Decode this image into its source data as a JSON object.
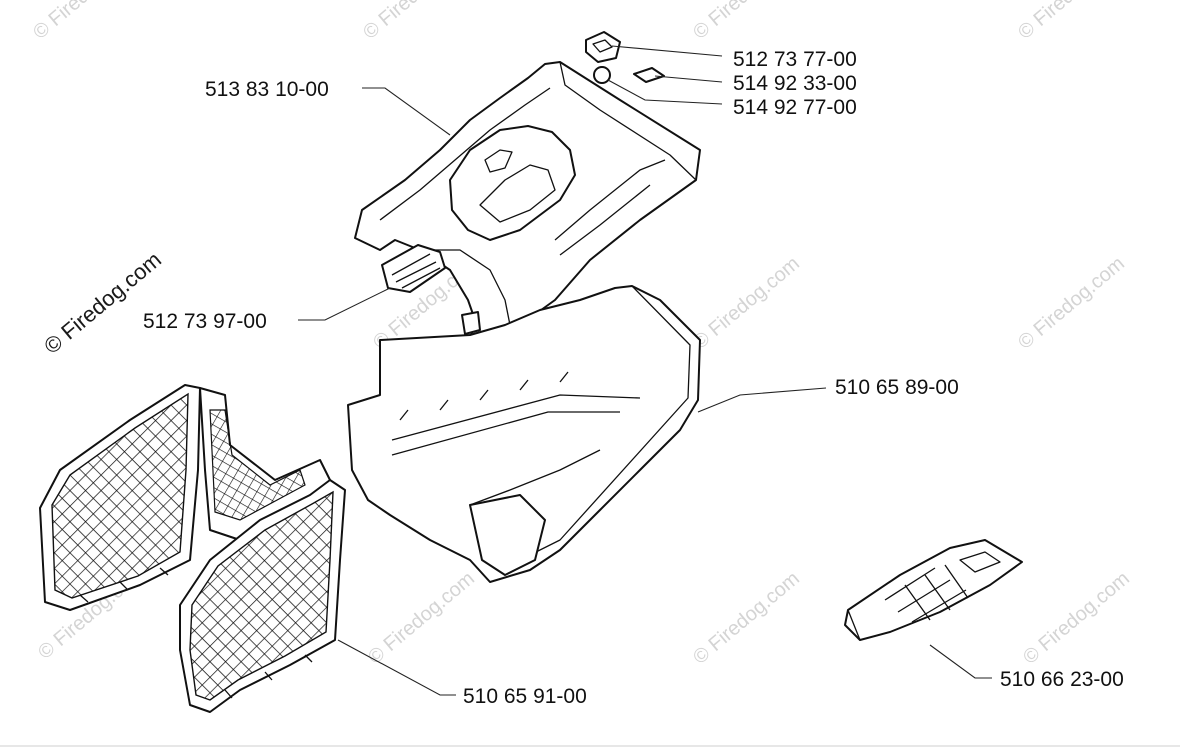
{
  "watermark": {
    "text": "© Firedog.com"
  },
  "colors": {
    "line": "#111111",
    "watermark": "#d4d4d4",
    "background": "#ffffff"
  },
  "parts": [
    {
      "id": "rear-cover",
      "number": "513 83 10-00"
    },
    {
      "id": "latch",
      "number": "512 73 77-00"
    },
    {
      "id": "pad",
      "number": "514 92 33-00"
    },
    {
      "id": "washer",
      "number": "514 92 77-00"
    },
    {
      "id": "handle-grip",
      "number": "512 73 97-00"
    },
    {
      "id": "grass-bag-frame",
      "number": "510 65 89-00"
    },
    {
      "id": "side-mesh-panels",
      "number": "510 65 91-00"
    },
    {
      "id": "bottom-plate",
      "number": "510 66 23-00"
    }
  ]
}
